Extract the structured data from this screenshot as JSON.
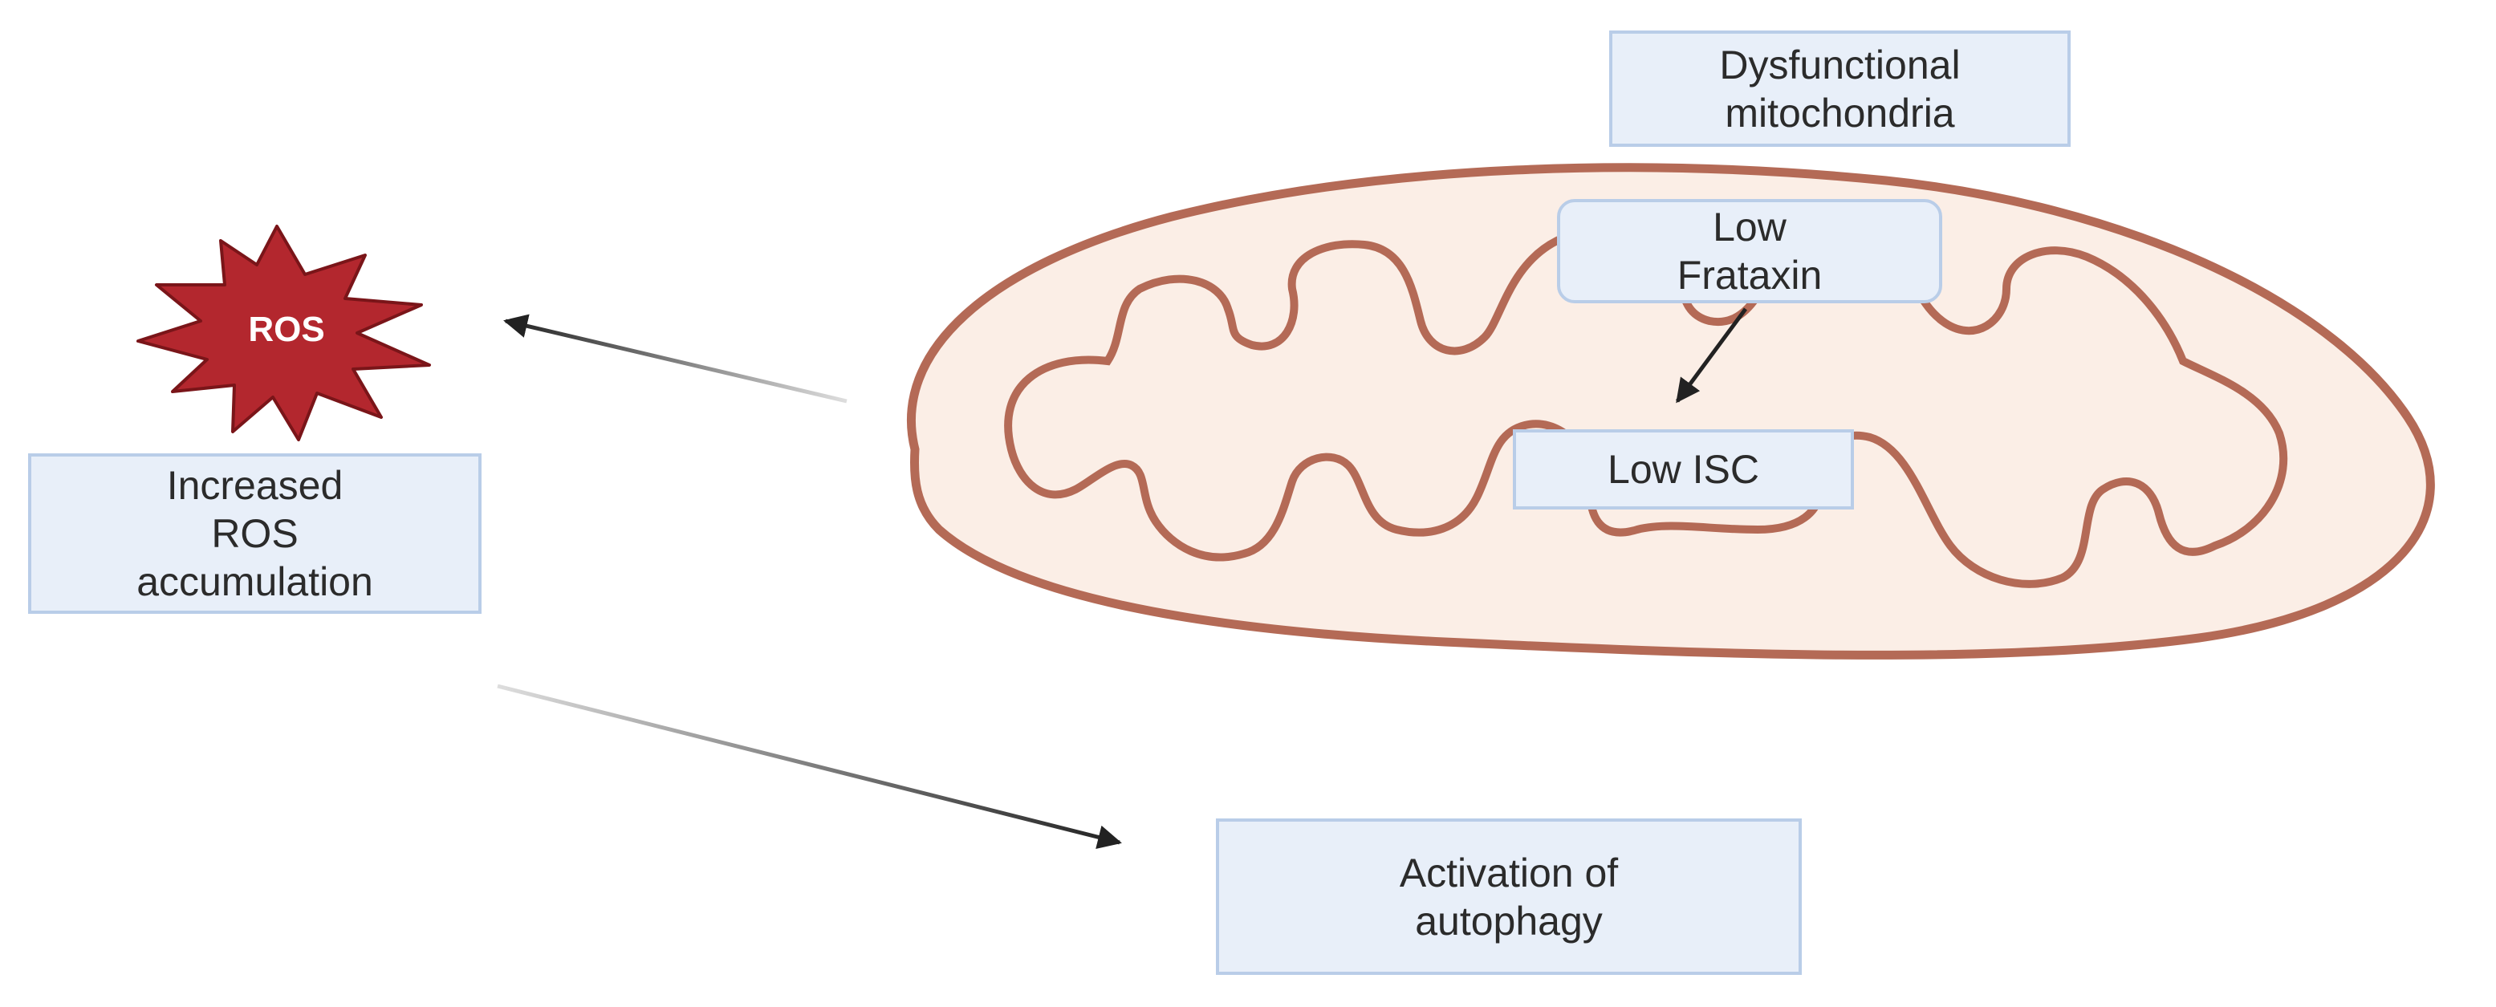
{
  "diagram": {
    "ros_burst_label": "ROS",
    "increased_ros": "Increased\nROS\naccumulation",
    "dysfunctional_mito": "Dysfunctional\nmitochondria",
    "low_frataxin": "Low\nFrataxin",
    "low_isc": "Low ISC",
    "autophagy": "Activation of\nautophagy"
  },
  "colors": {
    "burst_fill": "#b3272e",
    "burst_outline": "#7a1519",
    "membrane": "#b46a56",
    "matrix_fill": "#fbeee6",
    "box_fill": "#e8eff9",
    "box_border": "#b9cde8",
    "arrow": "#222222"
  }
}
